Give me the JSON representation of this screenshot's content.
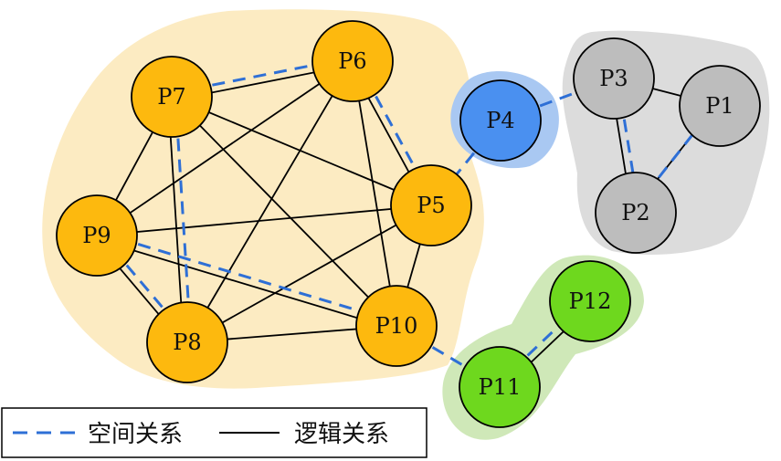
{
  "colors": {
    "orange_node": "#FDB90E",
    "orange_region": "#FCEBC2",
    "gray_node": "#BDBDBD",
    "gray_region": "#DCDCDC",
    "blue_node": "#4A90F0",
    "blue_region": "#A9C8F2",
    "green_node": "#6ED81E",
    "green_region": "#CFE8B8",
    "spatial_edge": "#2E6FD6",
    "logical_edge": "#000000"
  },
  "nodes": [
    {
      "id": "P1",
      "label": "P1",
      "group": "gray"
    },
    {
      "id": "P2",
      "label": "P2",
      "group": "gray"
    },
    {
      "id": "P3",
      "label": "P3",
      "group": "gray"
    },
    {
      "id": "P4",
      "label": "P4",
      "group": "blue"
    },
    {
      "id": "P5",
      "label": "P5",
      "group": "orange"
    },
    {
      "id": "P6",
      "label": "P6",
      "group": "orange"
    },
    {
      "id": "P7",
      "label": "P7",
      "group": "orange"
    },
    {
      "id": "P8",
      "label": "P8",
      "group": "orange"
    },
    {
      "id": "P9",
      "label": "P9",
      "group": "orange"
    },
    {
      "id": "P10",
      "label": "P10",
      "group": "orange"
    },
    {
      "id": "P11",
      "label": "P11",
      "group": "green"
    },
    {
      "id": "P12",
      "label": "P12",
      "group": "green"
    }
  ],
  "logical_edges": [
    [
      "P7",
      "P6"
    ],
    [
      "P7",
      "P5"
    ],
    [
      "P7",
      "P9"
    ],
    [
      "P7",
      "P8"
    ],
    [
      "P7",
      "P10"
    ],
    [
      "P6",
      "P5"
    ],
    [
      "P6",
      "P9"
    ],
    [
      "P6",
      "P8"
    ],
    [
      "P6",
      "P10"
    ],
    [
      "P5",
      "P9"
    ],
    [
      "P5",
      "P8"
    ],
    [
      "P5",
      "P10"
    ],
    [
      "P9",
      "P8"
    ],
    [
      "P9",
      "P10"
    ],
    [
      "P8",
      "P10"
    ],
    [
      "P3",
      "P1"
    ],
    [
      "P3",
      "P2"
    ],
    [
      "P1",
      "P2"
    ],
    [
      "P11",
      "P12"
    ]
  ],
  "spatial_edges": [
    [
      "P7",
      "P6"
    ],
    [
      "P6",
      "P5"
    ],
    [
      "P7",
      "P8"
    ],
    [
      "P9",
      "P8"
    ],
    [
      "P9",
      "P10"
    ],
    [
      "P4",
      "P5"
    ],
    [
      "P4",
      "P3"
    ],
    [
      "P3",
      "P2"
    ],
    [
      "P2",
      "P1"
    ],
    [
      "P10",
      "P11"
    ],
    [
      "P11",
      "P12"
    ]
  ],
  "legend": {
    "spatial_label": "空间关系",
    "logical_label": "逻辑关系"
  }
}
